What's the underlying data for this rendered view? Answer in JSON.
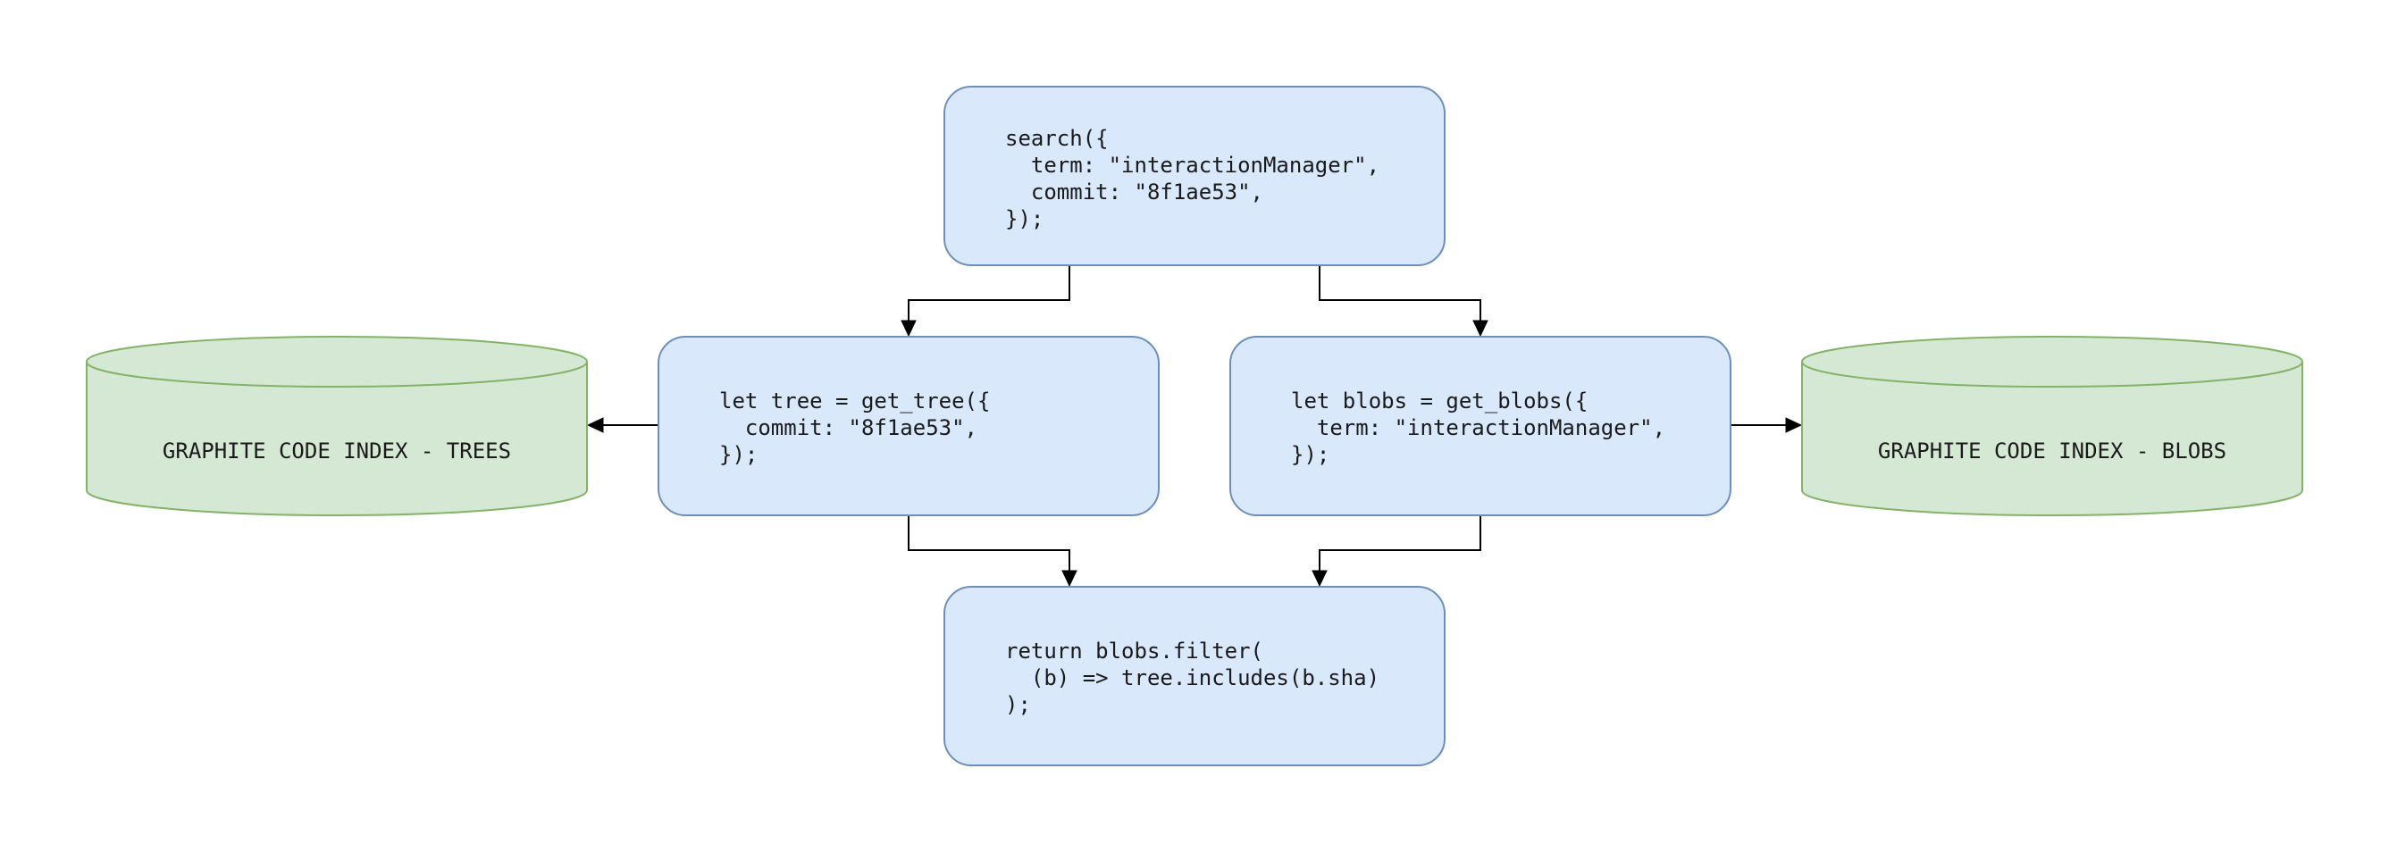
{
  "diagram": {
    "nodes": {
      "search": {
        "lines": [
          "search({",
          "  term: \"interactionManager\",",
          "  commit: \"8f1ae53\",",
          "});"
        ]
      },
      "get_tree": {
        "lines": [
          "let tree = get_tree({",
          "  commit: \"8f1ae53\",",
          "});"
        ]
      },
      "get_blobs": {
        "lines": [
          "let blobs = get_blobs({",
          "  term: \"interactionManager\",",
          "});"
        ]
      },
      "result": {
        "lines": [
          "return blobs.filter(",
          "  (b) => tree.includes(b.sha)",
          ");"
        ]
      },
      "trees_index": {
        "label": "GRAPHITE CODE INDEX - TREES"
      },
      "blobs_index": {
        "label": "GRAPHITE CODE INDEX - BLOBS"
      }
    },
    "edges": [
      {
        "from": "search",
        "to": "get_tree"
      },
      {
        "from": "search",
        "to": "get_blobs"
      },
      {
        "from": "get_tree",
        "to": "trees_index"
      },
      {
        "from": "get_blobs",
        "to": "blobs_index"
      },
      {
        "from": "get_tree",
        "to": "result"
      },
      {
        "from": "get_blobs",
        "to": "result"
      }
    ],
    "colors": {
      "code_fill": "#dae8fc",
      "code_stroke": "#6c8ebf",
      "db_fill": "#d5e8d4",
      "db_stroke": "#82b366",
      "edge": "#000000"
    }
  }
}
